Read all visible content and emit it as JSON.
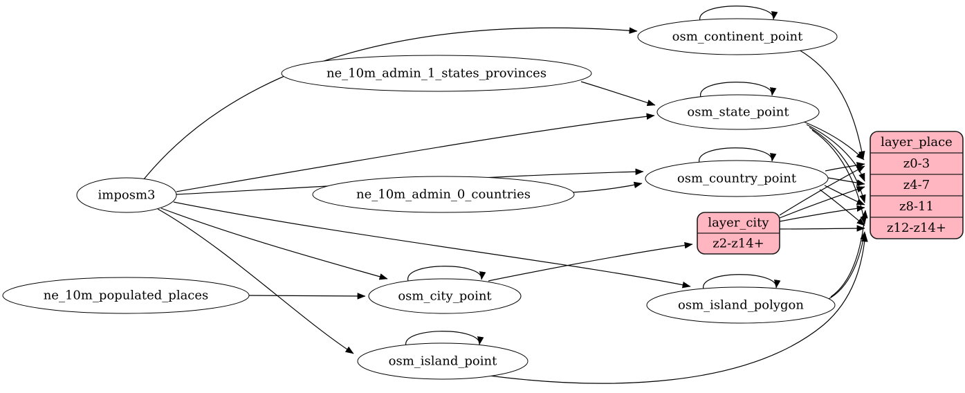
{
  "diagram": {
    "kind": "etl-dependency-graph",
    "colors": {
      "background": "#ffffff",
      "edge": "#000000",
      "ellipse_fill": "#ffffff",
      "record_fill": "#ffb6c1",
      "record_stroke": "#1a1a1a"
    },
    "nodes": {
      "imposm3": {
        "label": "imposm3",
        "shape": "ellipse"
      },
      "ne_10m_admin_1_states_provinces": {
        "label": "ne_10m_admin_1_states_provinces",
        "shape": "ellipse"
      },
      "ne_10m_admin_0_countries": {
        "label": "ne_10m_admin_0_countries",
        "shape": "ellipse"
      },
      "ne_10m_populated_places": {
        "label": "ne_10m_populated_places",
        "shape": "ellipse"
      },
      "osm_continent_point": {
        "label": "osm_continent_point",
        "shape": "ellipse"
      },
      "osm_state_point": {
        "label": "osm_state_point",
        "shape": "ellipse"
      },
      "osm_country_point": {
        "label": "osm_country_point",
        "shape": "ellipse"
      },
      "osm_city_point": {
        "label": "osm_city_point",
        "shape": "ellipse"
      },
      "osm_island_polygon": {
        "label": "osm_island_polygon",
        "shape": "ellipse"
      },
      "osm_island_point": {
        "label": "osm_island_point",
        "shape": "ellipse"
      },
      "layer_city": {
        "label": "layer_city",
        "shape": "record",
        "rows": [
          "z2-z14+"
        ]
      },
      "layer_place": {
        "label": "layer_place",
        "shape": "record",
        "rows": [
          "z0-3",
          "z4-7",
          "z8-11",
          "z12-z14+"
        ]
      }
    },
    "edges": [
      {
        "from": "imposm3",
        "to": "osm_continent_point"
      },
      {
        "from": "imposm3",
        "to": "osm_state_point"
      },
      {
        "from": "imposm3",
        "to": "osm_country_point"
      },
      {
        "from": "imposm3",
        "to": "osm_city_point"
      },
      {
        "from": "imposm3",
        "to": "osm_island_polygon"
      },
      {
        "from": "imposm3",
        "to": "osm_island_point"
      },
      {
        "from": "ne_10m_admin_1_states_provinces",
        "to": "osm_state_point"
      },
      {
        "from": "ne_10m_admin_0_countries",
        "to": "osm_country_point"
      },
      {
        "from": "ne_10m_populated_places",
        "to": "osm_city_point"
      },
      {
        "from": "osm_continent_point",
        "to": "osm_continent_point"
      },
      {
        "from": "osm_state_point",
        "to": "osm_state_point"
      },
      {
        "from": "osm_country_point",
        "to": "osm_country_point"
      },
      {
        "from": "osm_city_point",
        "to": "osm_city_point"
      },
      {
        "from": "osm_island_polygon",
        "to": "osm_island_polygon"
      },
      {
        "from": "osm_island_point",
        "to": "osm_island_point"
      },
      {
        "from": "osm_continent_point",
        "to": "layer_place",
        "port": "z0-3"
      },
      {
        "from": "osm_state_point",
        "to": "layer_place",
        "port": "z0-3"
      },
      {
        "from": "osm_state_point",
        "to": "layer_place",
        "port": "z4-7"
      },
      {
        "from": "osm_state_point",
        "to": "layer_place",
        "port": "z8-11"
      },
      {
        "from": "osm_state_point",
        "to": "layer_place",
        "port": "z12-z14+"
      },
      {
        "from": "osm_country_point",
        "to": "layer_place",
        "port": "z0-3"
      },
      {
        "from": "osm_country_point",
        "to": "layer_place",
        "port": "z4-7"
      },
      {
        "from": "osm_country_point",
        "to": "layer_place",
        "port": "z8-11"
      },
      {
        "from": "osm_country_point",
        "to": "layer_place",
        "port": "z12-z14+"
      },
      {
        "from": "osm_city_point",
        "to": "layer_city",
        "port": "z2-z14+"
      },
      {
        "from": "layer_city",
        "to": "layer_place",
        "port": "z0-3"
      },
      {
        "from": "layer_city",
        "to": "layer_place",
        "port": "z4-7"
      },
      {
        "from": "layer_city",
        "to": "layer_place",
        "port": "z8-11"
      },
      {
        "from": "layer_city",
        "to": "layer_place",
        "port": "z12-z14+"
      },
      {
        "from": "osm_island_polygon",
        "to": "layer_place",
        "port": "z8-11"
      },
      {
        "from": "osm_island_polygon",
        "to": "layer_place",
        "port": "z12-z14+"
      },
      {
        "from": "osm_island_point",
        "to": "layer_place",
        "port": "z12-z14+"
      }
    ]
  }
}
